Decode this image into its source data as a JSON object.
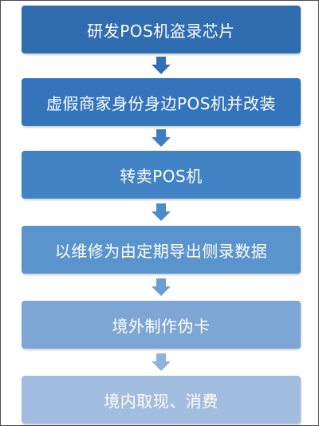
{
  "diagram": {
    "steps": [
      {
        "label": "研发POS机盗录芯片",
        "color": "#2f6cb0"
      },
      {
        "label": "虚假商家身份身边POS机并改装",
        "color": "#3474ba"
      },
      {
        "label": "转卖POS机",
        "color": "#4283c6"
      },
      {
        "label": "以维修为由定期导出侧录数据",
        "color": "#5b93cd"
      },
      {
        "label": "境外制作伪卡",
        "color": "#7ea6d4"
      },
      {
        "label": "境内取现、消费",
        "color": "#a2bde0"
      }
    ],
    "arrow_colors": [
      "#3170b4",
      "#3d7ec2",
      "#4f8bc9",
      "#6d9dd1",
      "#90b2da"
    ],
    "border_color": "#4a4a4a"
  }
}
